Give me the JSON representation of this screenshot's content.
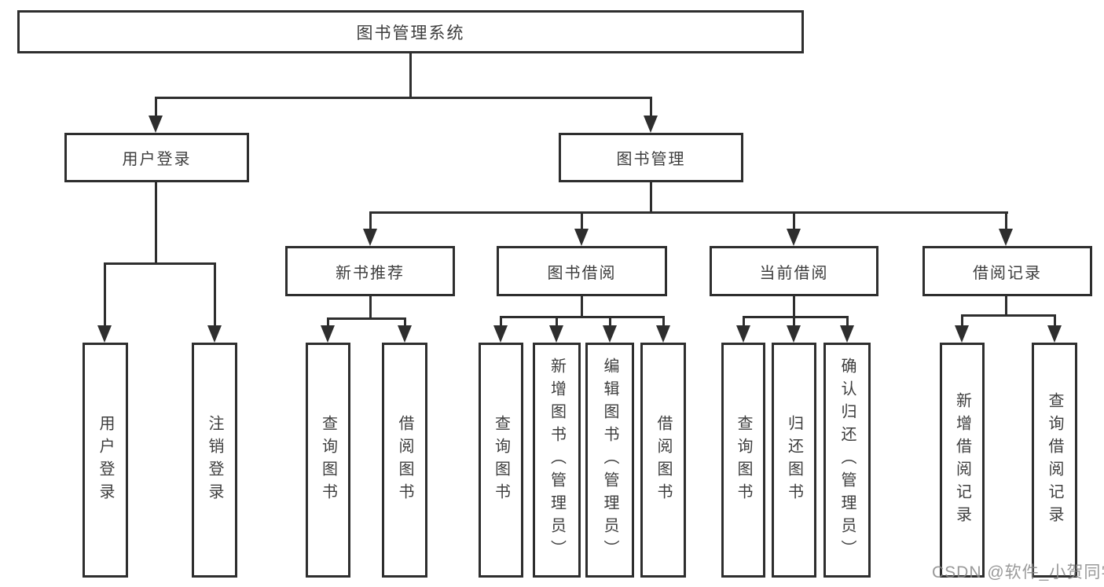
{
  "diagram": {
    "title": "图书管理系统",
    "branches": [
      {
        "label": "用户登录",
        "children": [
          {
            "label": "用户登录"
          },
          {
            "label": "注销登录"
          }
        ]
      },
      {
        "label": "图书管理",
        "children": [
          {
            "label": "新书推荐",
            "children": [
              {
                "label": "查询图书"
              },
              {
                "label": "借阅图书"
              }
            ]
          },
          {
            "label": "图书借阅",
            "children": [
              {
                "label": "查询图书"
              },
              {
                "label": "新增图书（管理员）"
              },
              {
                "label": "编辑图书（管理员）"
              },
              {
                "label": "借阅图书"
              }
            ]
          },
          {
            "label": "当前借阅",
            "children": [
              {
                "label": "查询图书"
              },
              {
                "label": "归还图书"
              },
              {
                "label": "确认归还（管理员）"
              }
            ]
          },
          {
            "label": "借阅记录",
            "children": [
              {
                "label": "新增借阅记录"
              },
              {
                "label": "查询借阅记录"
              }
            ]
          }
        ]
      }
    ]
  },
  "watermark": "CSDN @软件_小贺同学",
  "colors": {
    "line": "#2e2e2e",
    "text": "#3d3d3d",
    "watermark": "#878787",
    "background": "#ffffff"
  }
}
